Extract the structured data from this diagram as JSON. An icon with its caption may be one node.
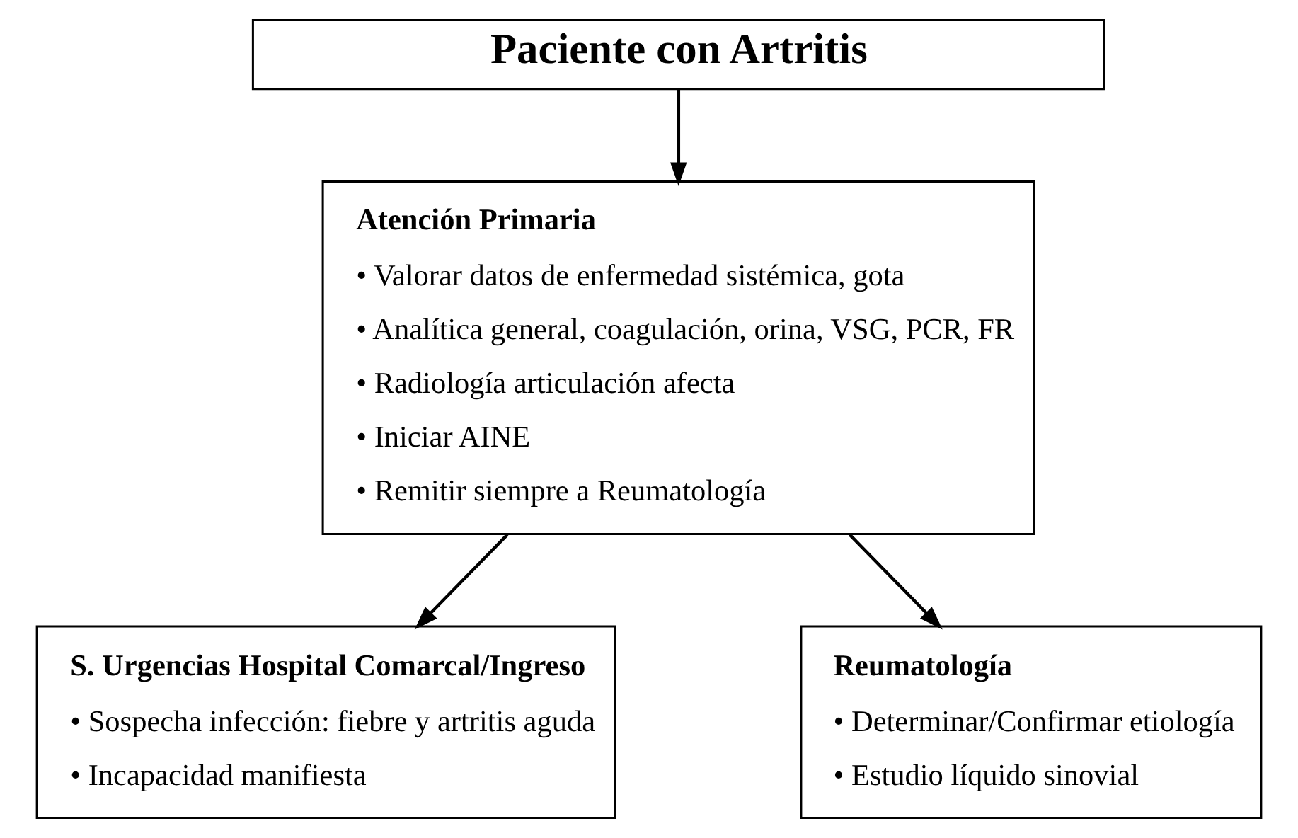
{
  "diagram": {
    "nodes": [
      {
        "text": [
          "Paciente con Artritis"
        ]
      },
      {
        "text": [
          "Atención Primaria",
          "• Valorar datos de enfermedad sistémica, gota",
          "• Analítica general, coagulación, orina, VSG, PCR, FR",
          "• Radiología articulación afecta",
          "• Iniciar AINE",
          "• Remitir siempre a Reumatología"
        ]
      },
      {
        "text": [
          "S. Urgencias Hospital Comarcal/Ingreso",
          "• Sospecha infección: fiebre y artritis aguda",
          "• Incapacidad manifiesta"
        ]
      },
      {
        "text": [
          "Reumatología",
          "• Determinar/Confirmar etiología",
          "• Estudio líquido sinovial"
        ]
      }
    ],
    "edges": [
      {
        "from": 0,
        "to": 1,
        "arrow": "to"
      },
      {
        "from": 1,
        "to": 2,
        "arrow": "to"
      },
      {
        "from": 1,
        "to": 3,
        "arrow": "to"
      }
    ]
  }
}
